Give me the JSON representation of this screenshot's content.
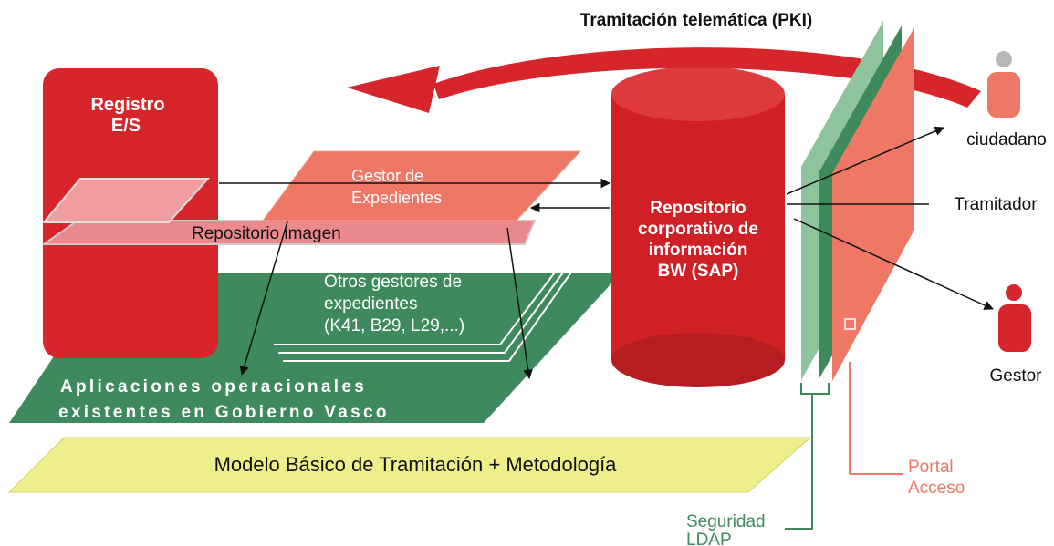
{
  "title": "Tramitación telemática (PKI)",
  "registro": {
    "line1": "Registro",
    "line2": "E/S"
  },
  "gestor_expedientes": {
    "line1": "Gestor de",
    "line2": "Expedientes"
  },
  "repositorio_imagen": "Repositorio imagen",
  "otros_gestores": {
    "line1": "Otros gestores de",
    "line2": "expedientes",
    "line3": "(K41, B29, L29,...)"
  },
  "aplicaciones": {
    "line1": "Aplicaciones operacionales",
    "line2": "existentes en Gobierno Vasco"
  },
  "modelo": "Modelo Básico de Tramitación + Metodología",
  "repositorio_corporativo": {
    "line1": "Repositorio",
    "line2": "corporativo de",
    "line3": "información",
    "line4": "BW (SAP)"
  },
  "actors": {
    "ciudadano": "ciudadano",
    "tramitador": "Tramitador",
    "gestor": "Gestor"
  },
  "portal": {
    "line1": "Portal",
    "line2": "Acceso"
  },
  "seguridad": {
    "line1": "Seguridad",
    "line2": "LDAP"
  },
  "colors": {
    "red": "#d7262b",
    "salmon": "#ef7765",
    "green": "#3e8a5c",
    "light_green": "#8fc39c",
    "yellow": "#eeee8a"
  }
}
